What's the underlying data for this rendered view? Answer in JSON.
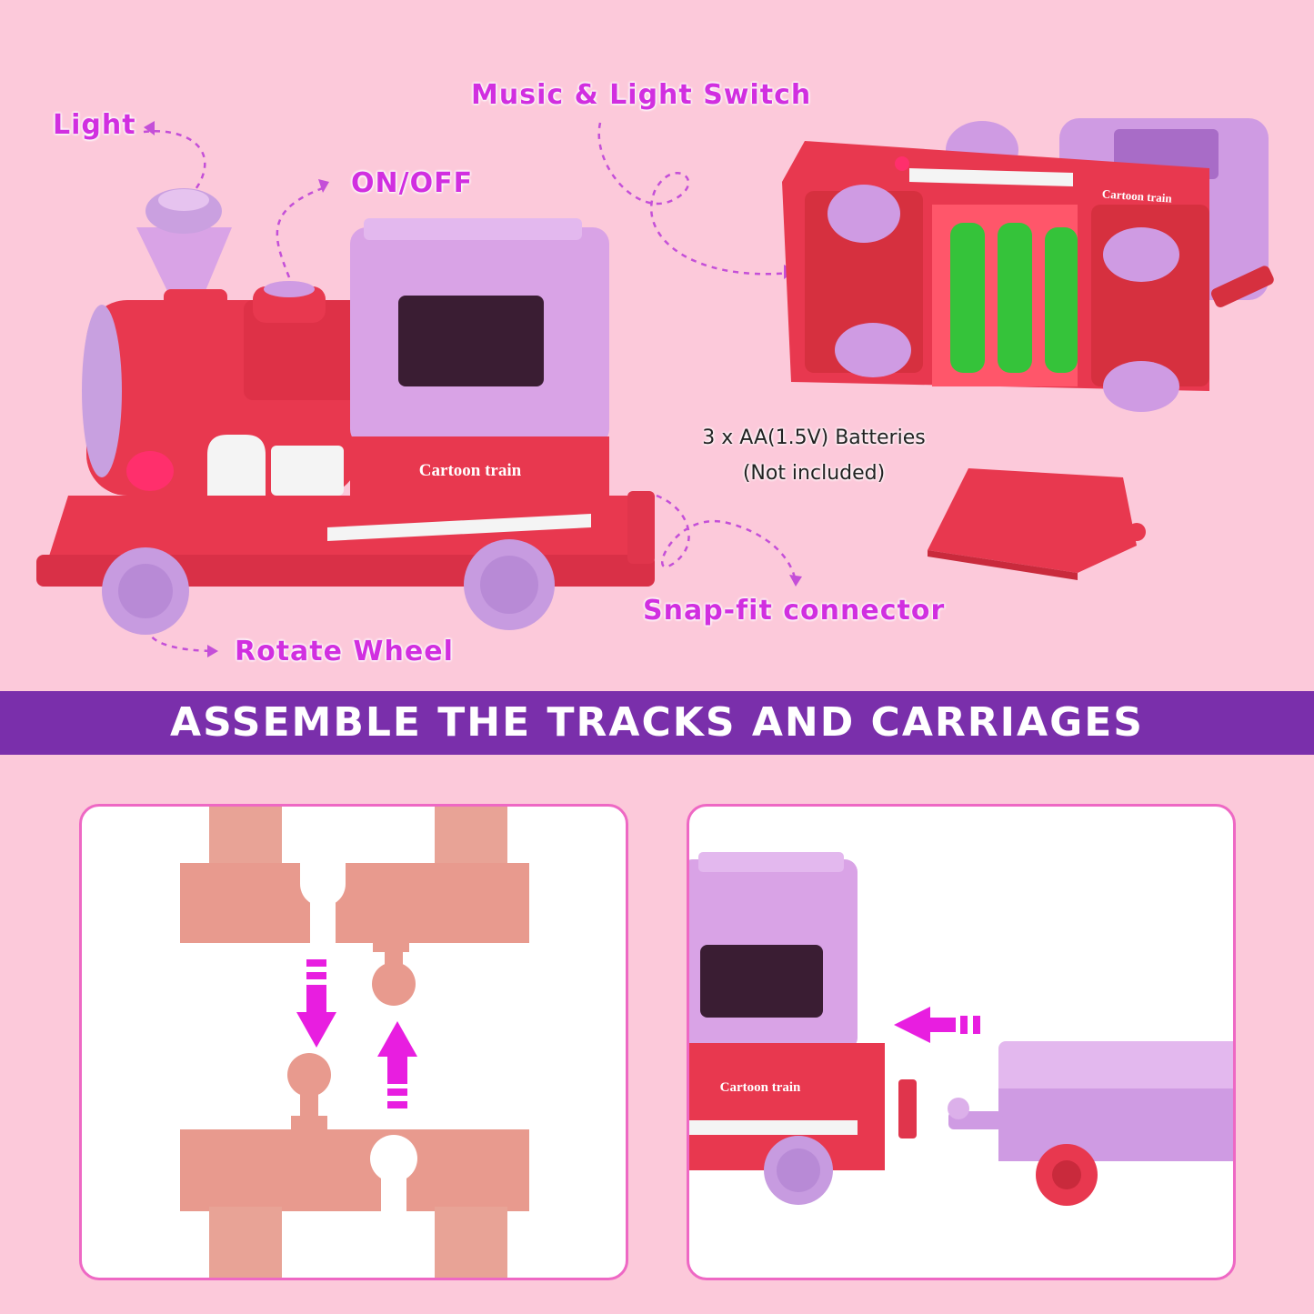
{
  "callouts": {
    "light": "Light",
    "on_off": "ON/OFF",
    "music_light_switch": "Music & Light Switch",
    "rotate_wheel": "Rotate Wheel",
    "snap_fit_connector": "Snap-fit connector"
  },
  "battery_note": {
    "line1": "3 x AA(1.5V) Batteries",
    "line2": "(Not included)"
  },
  "train_label": "Cartoon train",
  "banner": "ASSEMBLE THE TRACKS AND CARRIAGES",
  "colors": {
    "background": "#fcc9da",
    "banner": "#7a2fab",
    "callout_text": "#d12fe0",
    "train_red": "#e8384f",
    "train_lilac": "#d9a3e6",
    "battery_green": "#35c33a",
    "track": "#e89a8e",
    "panel_border": "#ee68c4",
    "arrow": "#e81ee0"
  }
}
